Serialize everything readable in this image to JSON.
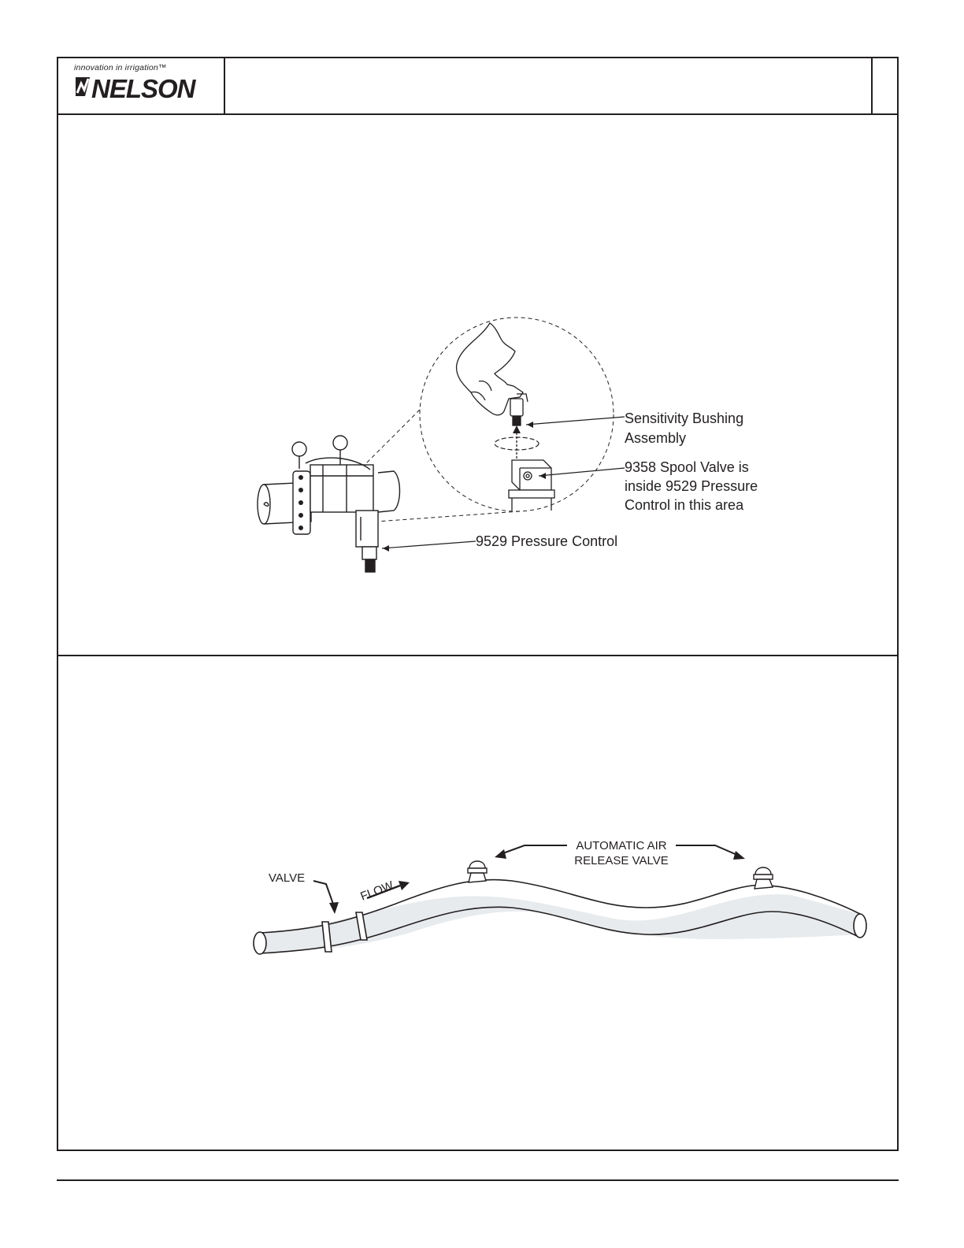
{
  "header": {
    "tagline": "innovation in irrigation™",
    "brand": "NELSON"
  },
  "figure1": {
    "label_bushing_line1": "Sensitivity Bushing",
    "label_bushing_line2": "Assembly",
    "label_spool_line1": "9358 Spool Valve is",
    "label_spool_line2": "inside 9529 Pressure",
    "label_spool_line3": "Control in this area",
    "label_pressure_control": "9529 Pressure Control"
  },
  "figure2": {
    "label_valve": "VALVE",
    "label_flow": "FLOW",
    "label_air_line1": "AUTOMATIC AIR",
    "label_air_line2": "RELEASE VALVE"
  }
}
